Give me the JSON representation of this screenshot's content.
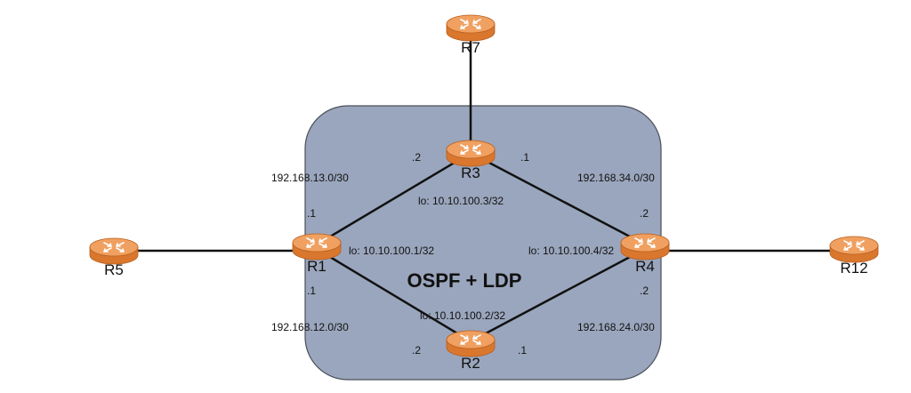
{
  "colors": {
    "domain_fill": "#9aa6bd",
    "domain_stroke": "#4a4f5a",
    "router_top": "#f0a060",
    "router_side": "#d9772e",
    "router_edge": "#b95f1e",
    "router_arrows": "#ffffff",
    "link": "#111111"
  },
  "icon": "router-icon",
  "domain": {
    "label": "OSPF + LDP"
  },
  "routers": {
    "R1": {
      "name": "R1",
      "loopback": "lo: 10.10.100.1/32"
    },
    "R2": {
      "name": "R2",
      "loopback": "lo: 10.10.100.2/32"
    },
    "R3": {
      "name": "R3",
      "loopback": "lo: 10.10.100.3/32"
    },
    "R4": {
      "name": "R4",
      "loopback": "lo: 10.10.100.4/32"
    },
    "R5": {
      "name": "R5"
    },
    "R7": {
      "name": "R7"
    },
    "R12": {
      "name": "R12"
    }
  },
  "links": {
    "r1_r3": {
      "subnet": "192.168.13.0/30",
      "r1_end": ".1",
      "r3_end": ".2"
    },
    "r3_r4": {
      "subnet": "192.168.34.0/30",
      "r3_end": ".1",
      "r4_end": ".2"
    },
    "r1_r2": {
      "subnet": "192.168.12.0/30",
      "r1_end": ".1",
      "r2_end": ".2"
    },
    "r2_r4": {
      "subnet": "192.168.24.0/30",
      "r2_end": ".1",
      "r4_end": ".2"
    }
  }
}
